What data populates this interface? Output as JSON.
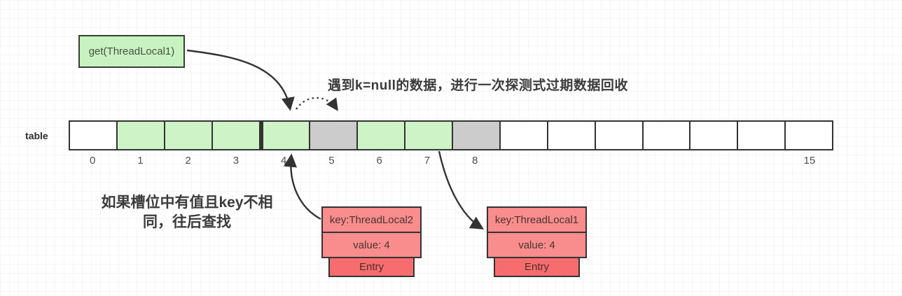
{
  "diagram": {
    "get_box_label": "get(ThreadLocal1)",
    "probe_note": "遇到k=null的数据，进行一次探测式过期数据回收",
    "search_note_line1": "如果槽位中有值且key不相",
    "search_note_line2": "同，往后查找",
    "table_label": "table",
    "slots": [
      {
        "index": "0",
        "state": "empty"
      },
      {
        "index": "1",
        "state": "occupied"
      },
      {
        "index": "2",
        "state": "occupied"
      },
      {
        "index": "3",
        "state": "occupied"
      },
      {
        "index": "4",
        "state": "occupied"
      },
      {
        "index": "5",
        "state": "expired"
      },
      {
        "index": "6",
        "state": "occupied"
      },
      {
        "index": "7",
        "state": "occupied"
      },
      {
        "index": "8",
        "state": "expired"
      },
      {
        "index": "",
        "state": "empty"
      },
      {
        "index": "",
        "state": "empty"
      },
      {
        "index": "",
        "state": "empty"
      },
      {
        "index": "",
        "state": "empty"
      },
      {
        "index": "",
        "state": "empty"
      },
      {
        "index": "",
        "state": "empty"
      },
      {
        "index": "15",
        "state": "empty"
      }
    ],
    "entries": [
      {
        "key_label": "key:ThreadLocal2",
        "value_label": "value: 4",
        "type_label": "Entry"
      },
      {
        "key_label": "key:ThreadLocal1",
        "value_label": "value: 4",
        "type_label": "Entry"
      }
    ],
    "colors": {
      "slot_empty": "#ffffff",
      "slot_occupied": "#cdf3c6",
      "slot_expired": "#cccccc",
      "entry_fill": "#f98c8c",
      "entry_tab_fill": "#f76d6d",
      "get_box_fill": "#c9f2c2",
      "stroke": "#333333"
    }
  }
}
